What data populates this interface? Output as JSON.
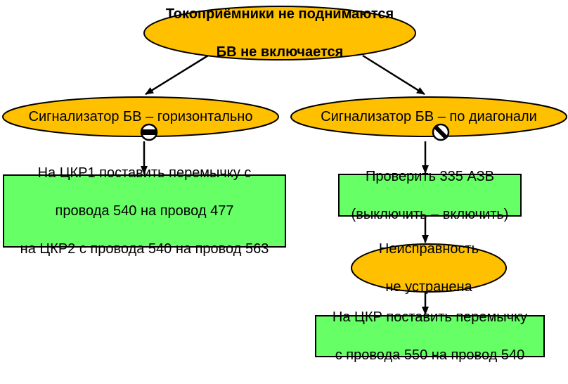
{
  "colors": {
    "ellipse_fill": "#FFC000",
    "box_fill": "#66FF66",
    "stroke": "#000000",
    "background": "#FFFFFF"
  },
  "nodes": {
    "top": {
      "line1": "Токоприёмники не поднимаются",
      "line2": "БВ не включается"
    },
    "left_signal": {
      "text": "Сигнализатор БВ – горизонтально",
      "icon": "horizontal-bar-circle-icon"
    },
    "right_signal": {
      "text": "Сигнализатор БВ – по диагонали",
      "icon": "diagonal-bar-circle-icon"
    },
    "left_action": {
      "line1": "На ЦКР1 поставить перемычку с",
      "line2": "провода 540 на провод 477",
      "line3": "на ЦКР2 с провода 540 на провод 563"
    },
    "check_action": {
      "line1": "Проверить 335 АЗВ",
      "line2": "(выключить – включить)"
    },
    "fault": {
      "line1": "Неисправность",
      "line2": "не устранена"
    },
    "final_action": {
      "line1": "На ЦКР поставить перемычку",
      "line2": "с провода 550 на провод 540"
    }
  }
}
